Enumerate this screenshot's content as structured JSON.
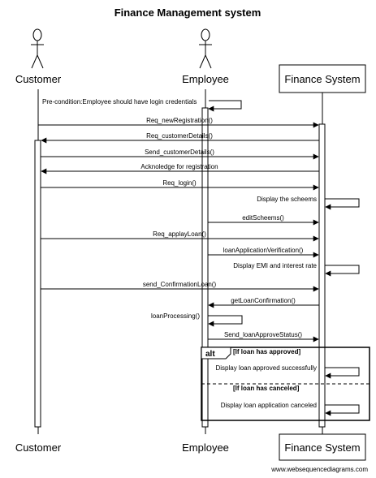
{
  "title": "Finance Management system",
  "participants": [
    {
      "id": "customer",
      "label": "Customer",
      "kind": "actor"
    },
    {
      "id": "employee",
      "label": "Employee",
      "kind": "actor"
    },
    {
      "id": "finance",
      "label": "Finance System",
      "kind": "box"
    }
  ],
  "messages": [
    {
      "from": "employee",
      "to": "employee",
      "label": "Pre-condition:Employee should have login credentials"
    },
    {
      "from": "customer",
      "to": "finance",
      "label": "Req_newRegistration()"
    },
    {
      "from": "finance",
      "to": "customer",
      "label": "Req_customerDetails()"
    },
    {
      "from": "customer",
      "to": "finance",
      "label": "Send_customerDetails()"
    },
    {
      "from": "finance",
      "to": "customer",
      "label": "Acknoledge for registration"
    },
    {
      "from": "customer",
      "to": "finance",
      "label": "Req_login()"
    },
    {
      "from": "finance",
      "to": "finance",
      "label": "Display the scheems"
    },
    {
      "from": "employee",
      "to": "finance",
      "label": "editScheems()"
    },
    {
      "from": "customer",
      "to": "finance",
      "label": "Req_applayLoan()"
    },
    {
      "from": "employee",
      "to": "finance",
      "label": "loanApplicationVerification()"
    },
    {
      "from": "finance",
      "to": "finance",
      "label": "Display EMI and interest rate"
    },
    {
      "from": "customer",
      "to": "finance",
      "label": "send_ConfirmationLoan()"
    },
    {
      "from": "finance",
      "to": "employee",
      "label": "getLoanConfirmation()"
    },
    {
      "from": "employee",
      "to": "employee",
      "label": "loanProcessing()"
    },
    {
      "from": "employee",
      "to": "finance",
      "label": "Send_loanApproveStatus()"
    }
  ],
  "alt": {
    "tag": "alt",
    "sections": [
      {
        "guard": "[If loan has approved]",
        "messages": [
          {
            "from": "finance",
            "to": "finance",
            "label": "Display loan approved successfully"
          }
        ]
      },
      {
        "guard": "[If loan has canceled]",
        "messages": [
          {
            "from": "finance",
            "to": "finance",
            "label": "Display loan application canceled"
          }
        ]
      }
    ]
  },
  "credit": "www.websequencediagrams.com"
}
